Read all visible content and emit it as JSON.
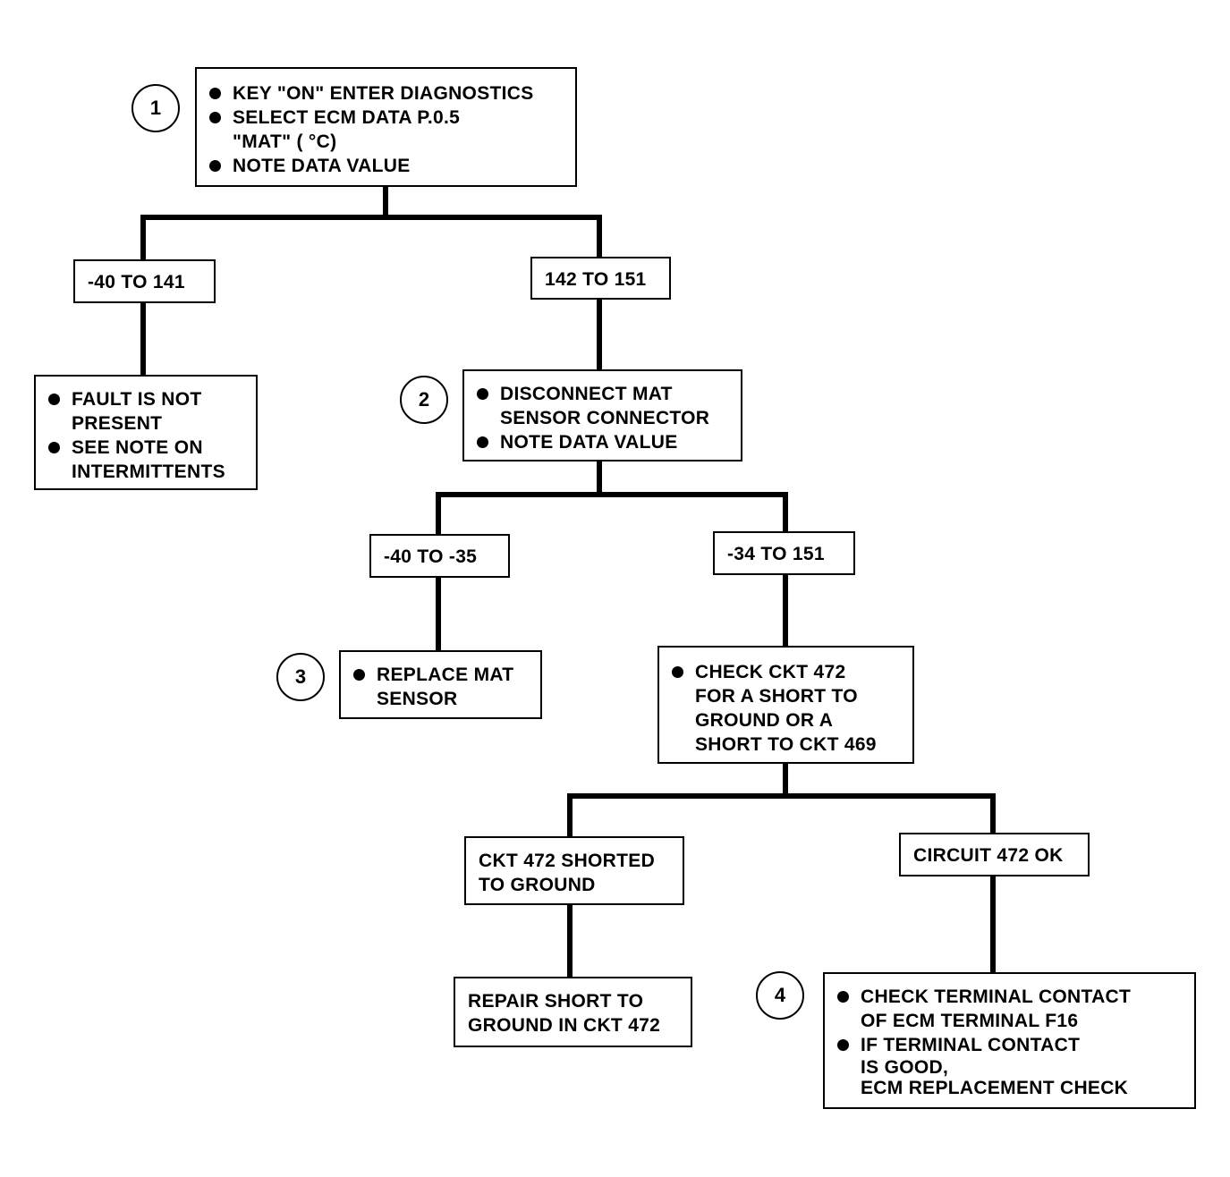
{
  "steps": [
    "1",
    "2",
    "3",
    "4"
  ],
  "step1": {
    "lines": [
      "KEY \"ON\" ENTER DIAGNOSTICS",
      "SELECT ECM DATA P.0.5",
      "\"MAT\" ( °C)",
      "NOTE DATA VALUE"
    ]
  },
  "branch_a": {
    "label": "-40 TO 141",
    "lines": [
      "FAULT IS NOT",
      "PRESENT",
      "SEE NOTE ON",
      "INTERMITTENTS"
    ]
  },
  "branch_b": {
    "label": "142 TO 151"
  },
  "step2": {
    "lines": [
      "DISCONNECT MAT",
      "SENSOR CONNECTOR",
      "NOTE DATA VALUE"
    ]
  },
  "branch_c": {
    "label": "-40 TO -35"
  },
  "step3": {
    "lines": [
      "REPLACE MAT",
      "SENSOR"
    ]
  },
  "branch_d": {
    "label": "-34 TO 151",
    "lines": [
      "CHECK CKT 472",
      "FOR A SHORT TO",
      "GROUND OR A",
      "SHORT TO CKT 469"
    ]
  },
  "branch_e": {
    "lines": [
      "CKT 472 SHORTED",
      "TO GROUND"
    ]
  },
  "branch_e_action": {
    "lines": [
      "REPAIR SHORT TO",
      "GROUND IN CKT 472"
    ]
  },
  "branch_f": {
    "label": "CIRCUIT 472 OK"
  },
  "step4": {
    "lines": [
      "CHECK TERMINAL CONTACT",
      "OF ECM TERMINAL F16",
      "IF TERMINAL CONTACT",
      "IS GOOD,",
      "ECM REPLACEMENT CHECK"
    ]
  }
}
